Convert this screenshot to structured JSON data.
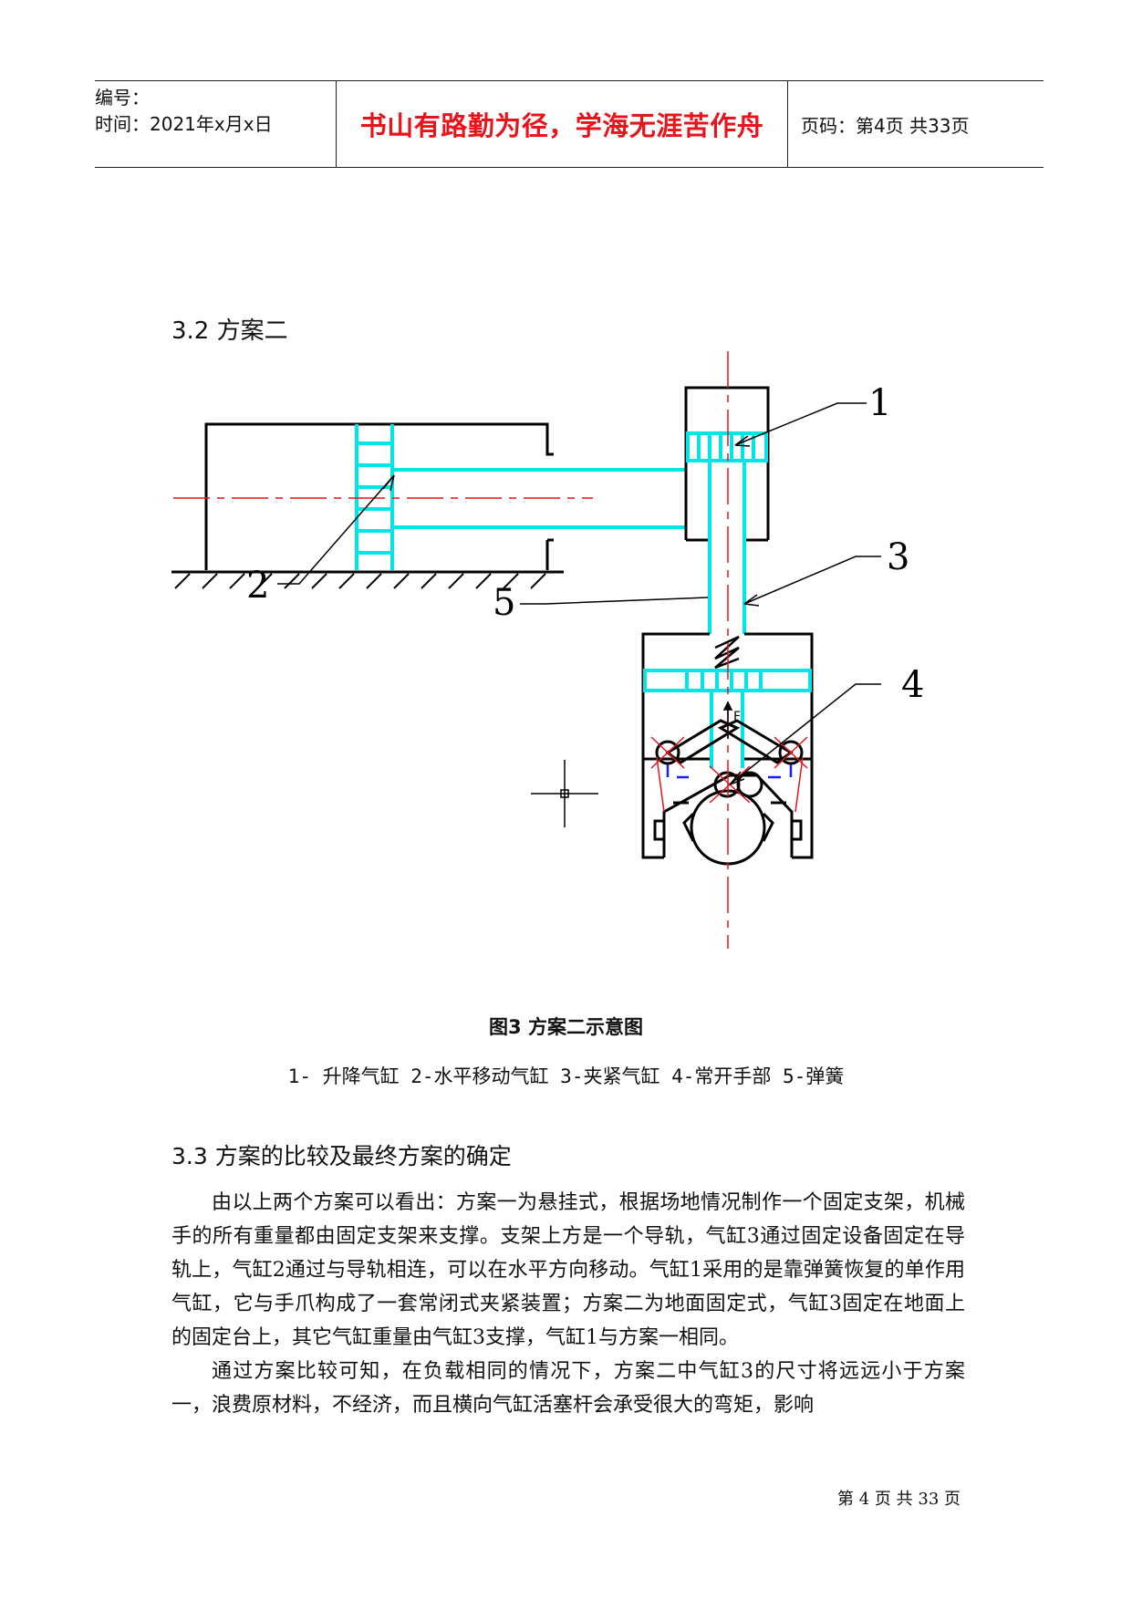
{
  "header": {
    "number_label": "编号：",
    "time_label": "时间：2021年x月x日",
    "motto": "书山有路勤为径，学海无涯苦作舟",
    "page_label": "页码：第4页  共33页"
  },
  "section_32": {
    "title": "3.2  方案二"
  },
  "figure": {
    "labels": [
      "1",
      "2",
      "3",
      "4",
      "5"
    ],
    "force_label": "F",
    "caption": "图3  方案二示意图",
    "legend": "1- 升降气缸 2-水平移动气缸 3-夹紧气缸 4-常开手部 5-弹簧",
    "colors": {
      "line": "#000000",
      "cyan": "#00e5e5",
      "red": "#e8141b",
      "blue": "#1a1aff"
    }
  },
  "section_33": {
    "title": "3.3  方案的比较及最终方案的确定",
    "paragraphs": [
      "由以上两个方案可以看出：方案一为悬挂式，根据场地情况制作一个固定支架，机械手的所有重量都由固定支架来支撑。支架上方是一个导轨，气缸3通过固定设备固定在导轨上，气缸2通过与导轨相连，可以在水平方向移动。气缸1采用的是靠弹簧恢复的单作用气缸，它与手爪构成了一套常闭式夹紧装置；方案二为地面固定式，气缸3固定在地面上的固定台上，其它气缸重量由气缸3支撑，气缸1与方案一相同。",
      "通过方案比较可知，在负载相同的情况下，方案二中气缸3的尺寸将远远小于方案一，浪费原材料，不经济，而且横向气缸活塞杆会承受很大的弯矩，影响"
    ]
  },
  "footer": {
    "page_text": "第 4 页 共 33 页"
  }
}
